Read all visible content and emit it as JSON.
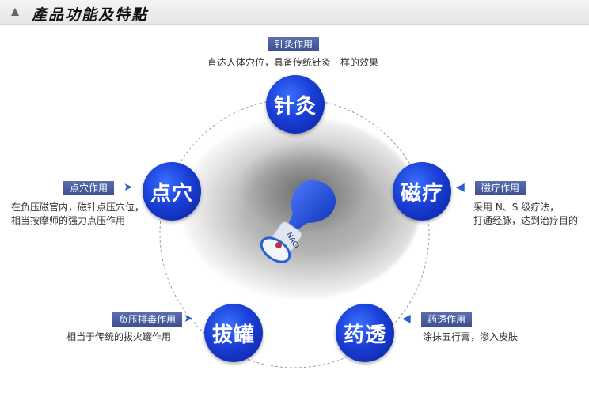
{
  "header": {
    "title": "產品功能及特點"
  },
  "center_image": {
    "label": "NACI"
  },
  "features": {
    "acupuncture": {
      "badge": "针灸",
      "tag": "针灸作用",
      "desc": "直达人体穴位，具备传统针灸一样的效果"
    },
    "acupoint": {
      "badge": "点穴",
      "tag": "点穴作用",
      "desc1": "在负压磁官内，磁针点压穴位，",
      "desc2": "相当按摩师的强力点压作用"
    },
    "magnetic": {
      "badge": "磁疗",
      "tag": "磁疗作用",
      "desc1": "采用 N、S 级疗法，",
      "desc2": "打通经脉，达到治疗目的"
    },
    "cupping": {
      "badge": "拔罐",
      "tag": "负压排毒作用",
      "desc": "相当于传统的拔火罐作用"
    },
    "herbal": {
      "badge": "药透",
      "tag": "药透作用",
      "desc": "涂抹五行膏，渗入皮肤"
    }
  },
  "colors": {
    "badge": "#1a3fd6",
    "tag": "#4a5ca0",
    "arrow": "#2a5fd0"
  }
}
